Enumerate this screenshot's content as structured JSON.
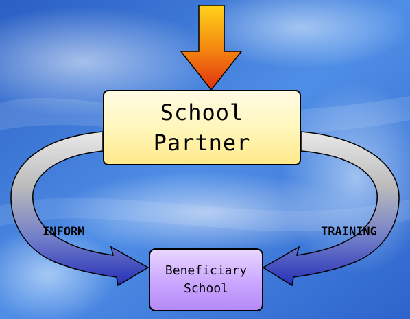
{
  "diagram": {
    "top_box": {
      "line1": "School",
      "line2": "Partner"
    },
    "bottom_box": {
      "line1": "Beneficiary",
      "line2": "School"
    },
    "left_arrow_label": "INFORM",
    "right_arrow_label": "TRAINING"
  },
  "colors": {
    "background": "#2f6fd0",
    "top_box_fill": "#fff6b8",
    "bottom_box_fill": "#caa6ff",
    "arrow_orange": "#f08a10",
    "arrow_red": "#e23a10",
    "ribbon_gray": "#b8b8b8",
    "ribbon_blue": "#3040c8"
  }
}
